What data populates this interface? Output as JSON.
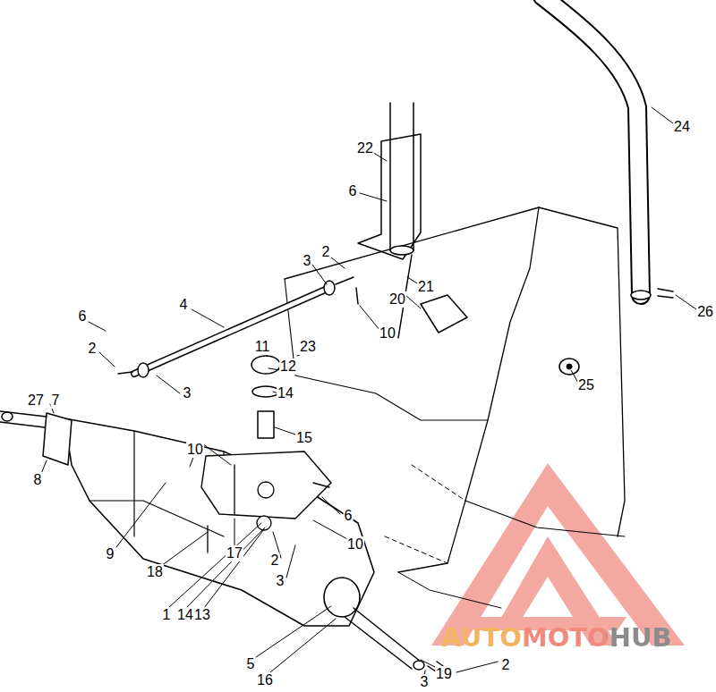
{
  "diagram": {
    "labels": [
      "24",
      "22",
      "6",
      "2",
      "3",
      "21",
      "4",
      "20",
      "10",
      "26",
      "6",
      "11",
      "23",
      "2",
      "12",
      "25",
      "3",
      "14",
      "27",
      "7",
      "15",
      "8",
      "10",
      "6",
      "10",
      "9",
      "17",
      "2",
      "18",
      "3",
      "1",
      "14",
      "13",
      "5",
      "2",
      "16",
      "19",
      "3",
      "AUTOMOTOHUB"
    ]
  }
}
